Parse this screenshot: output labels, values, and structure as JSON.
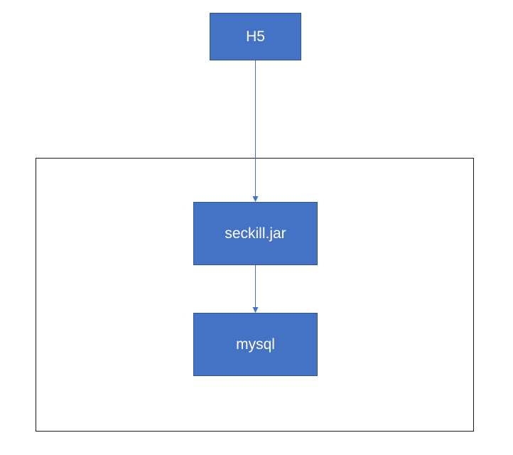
{
  "colors": {
    "node_fill": "#4472c4",
    "node_text": "#ffffff",
    "connector": "#4472c4",
    "frame_border": "#1a1a1a"
  },
  "nodes": {
    "h5": {
      "label": "H5"
    },
    "seckill": {
      "label": "seckill.jar"
    },
    "mysql": {
      "label": "mysql"
    }
  }
}
